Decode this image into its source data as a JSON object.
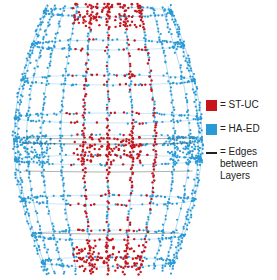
{
  "diagram": {
    "legend": [
      {
        "text": "= ST-UC",
        "color": "#c8161d"
      },
      {
        "text": "= HA-ED",
        "color": "#2a9ad6"
      },
      {
        "text": "= Edges between Layers"
      }
    ]
  }
}
